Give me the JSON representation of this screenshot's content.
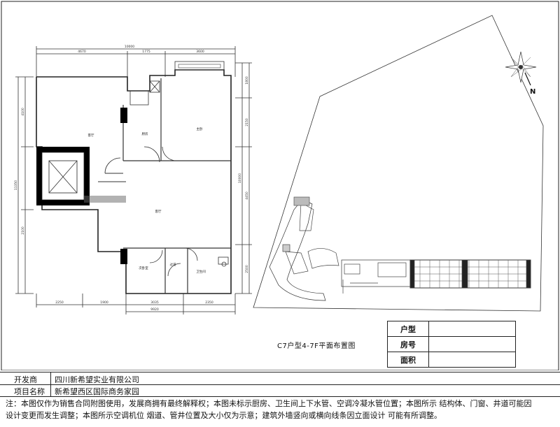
{
  "plan": {
    "title": "C7户型4-7F平面布置图",
    "dims_top": {
      "total": "10000",
      "seg1": "4670",
      "seg2": "1775",
      "seg3": "3600"
    },
    "dims_bottom": {
      "total": "9920",
      "seg1": "2250",
      "seg2": "1900",
      "seg3": "3035",
      "seg4": "2350"
    },
    "dims_left": {
      "total": "11350",
      "seg1": "4100",
      "seg2": "2100"
    },
    "dims_right": {
      "total": "10000",
      "seg1": "1800",
      "seg2": "2150",
      "seg3": "4450",
      "seg4": "2500"
    },
    "rooms": {
      "r1": "客厅",
      "r2": "厨房",
      "r3": "主卧",
      "r4": "客厅",
      "r5": "次卧室",
      "r6": "过道",
      "r7": "卫生间"
    }
  },
  "site": {
    "compass_label": "N"
  },
  "info_table": {
    "rows": [
      {
        "label": "户型",
        "value": ""
      },
      {
        "label": "房号",
        "value": ""
      },
      {
        "label": "面积",
        "value": ""
      }
    ]
  },
  "footer": {
    "developer_label": "开发商",
    "developer_value": "四川新希望实业有限公司",
    "project_label": "项目名称",
    "project_value": "新希望西区国际商务家园",
    "note_line1": "注：本图仅作为销售合同附图使用，发展商拥有最终解释权；本图未标示厨房、卫生间上下水管、空调冷凝水管位置；本图所示 结构体、门窗、井道可能因",
    "note_line2": "设计变更而发生调整；本图所示空调机位 烟道、管井位置及大小仅为示意；建筑外墙竖向或横向线条因立面设计 可能有所调整。"
  },
  "colors": {
    "ink": "#111111",
    "wall": "#000000",
    "line": "#444444"
  }
}
